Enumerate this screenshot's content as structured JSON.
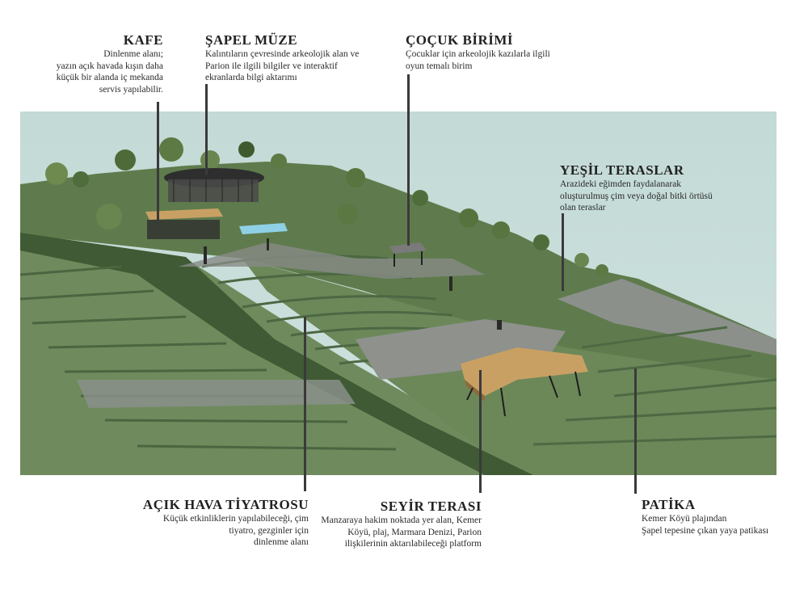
{
  "labels": {
    "kafe": {
      "title": "KAFE",
      "desc": [
        "Dinlenme alanı;",
        "yazın açık havada kışın daha",
        "küçük bir alanda iç mekanda",
        "servis yapılabilir."
      ]
    },
    "sapel": {
      "title": "ŞAPEL MÜZE",
      "desc": [
        "Kalıntıların çevresinde arkeolojik alan ve",
        "Parion ile ilgili bilgiler ve interaktif",
        "ekranlarda bilgi aktarımı"
      ]
    },
    "cocuk": {
      "title": "ÇOÇUK BİRİMİ",
      "desc": [
        "Çocuklar için arkeolojik kazılarla ilgili",
        "oyun temalı birim"
      ]
    },
    "yesil": {
      "title": "YEŞİL TERASLAR",
      "desc": [
        "Arazideki eğimden faydalanarak",
        "oluşturulmuş çim  veya doğal bitki örtüsü",
        "olan teraslar"
      ]
    },
    "tiyatro": {
      "title": "AÇIK HAVA TİYATROSU",
      "desc": [
        "Küçük etkinliklerin yapılabileceği, çim",
        "tiyatro, gezginler için",
        "dinlenme alanı"
      ]
    },
    "seyir": {
      "title": "SEYİR TERASI",
      "desc": [
        "Manzaraya hakim noktada yer alan, Kemer",
        "Köyü, plaj, Marmara Denizi, Parion",
        "ilişkilerinin aktarılabileceği platform"
      ]
    },
    "patika": {
      "title": "PATİKA",
      "desc": [
        "Kemer Köyü plajından",
        "Şapel tepesine çıkan yaya patikası"
      ]
    }
  },
  "colors": {
    "sky": "#c6dcd8",
    "grass": "#6f8a5c",
    "grass_dark": "#52693f",
    "riser": "#3f5a34",
    "path": "#8a8f8a",
    "deck": "#c9a064",
    "leader": "#3a3a3a"
  }
}
